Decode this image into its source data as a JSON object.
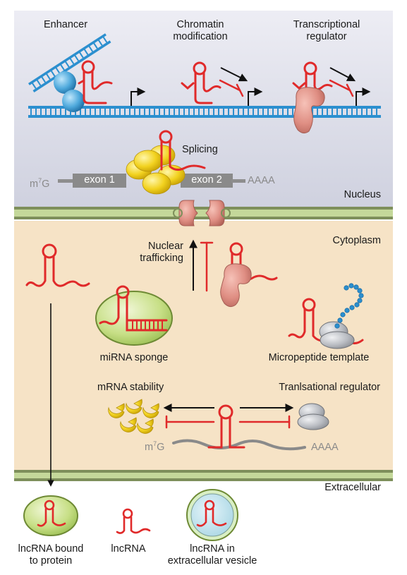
{
  "nucleus": {
    "compartment_label": "Nucleus",
    "enhancer_label": "Enhancer",
    "chromatin_label_line1": "Chromatin",
    "chromatin_label_line2": "modification",
    "transcriptional_label_line1": "Transcriptional",
    "transcriptional_label_line2": "regulator",
    "splicing_label": "Splicing",
    "cap_label": "m",
    "cap_sup": "7",
    "cap_g": "G",
    "exon1_label": "exon 1",
    "exon2_label": "exon 2",
    "polya_label": "AAAA"
  },
  "cytoplasm": {
    "compartment_label": "Cytoplasm",
    "trafficking_label_line1": "Nuclear",
    "trafficking_label_line2": "trafficking",
    "sponge_label": "miRNA sponge",
    "micropeptide_label": "Micropeptide template",
    "stability_label": "mRNA stability",
    "translational_label": "Tranlsational regulator",
    "cap_label": "m",
    "cap_sup": "7",
    "cap_g": "G",
    "polya_label": "AAAA"
  },
  "extracellular": {
    "compartment_label": "Extracellular",
    "bound_label_line1": "lncRNA bound",
    "bound_label_line2": "to protein",
    "free_label": "lncRNA",
    "vesicle_label_line1": "lncRNA in",
    "vesicle_label_line2": "extracellular vesicle"
  },
  "colors": {
    "nucleus_bg": "#d9dae6",
    "cytoplasm_bg": "#f6e3c6",
    "membrane_green": "#b7cf8e",
    "lncrna_red": "#e02a2a",
    "dna_blue": "#2b8fcf",
    "protein_pink": "#df8e83",
    "spliceosome_yellow": "#f2d21f",
    "ribosome_gray": "#b9bcc2",
    "vesicle_blue": "#bfe3ec"
  }
}
